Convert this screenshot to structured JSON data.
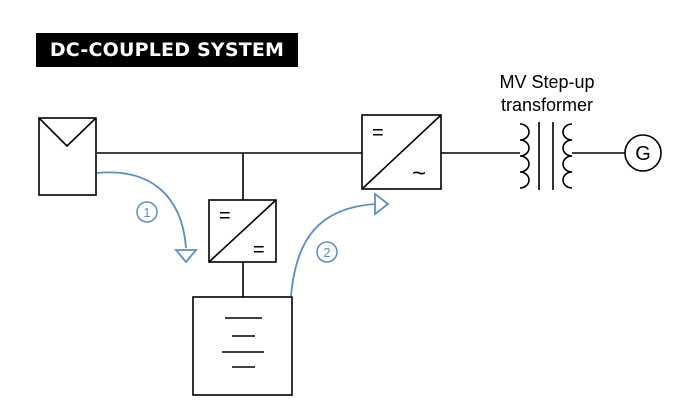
{
  "title": "DC-COUPLED SYSTEM",
  "transformer_label": {
    "line1": "MV Step-up",
    "line2": "transformer"
  },
  "generator_label": "G",
  "dc_dc_converter": {
    "top_symbol": "=",
    "bottom_symbol": "="
  },
  "inverter": {
    "top_symbol": "=",
    "bottom_symbol": "~"
  },
  "flows": [
    {
      "number": "1"
    },
    {
      "number": "2"
    }
  ],
  "colors": {
    "line": "#000000",
    "flow_arrow": "#5b8ec9",
    "title_bg": "#000000",
    "title_text": "#ffffff"
  },
  "icons": {
    "pv_panel": "solar-panel-icon",
    "battery": "battery-icon",
    "converter": "dc-dc-converter-icon",
    "inverter": "inverter-icon",
    "transformer": "transformer-icon",
    "generator": "grid-generator-icon"
  }
}
